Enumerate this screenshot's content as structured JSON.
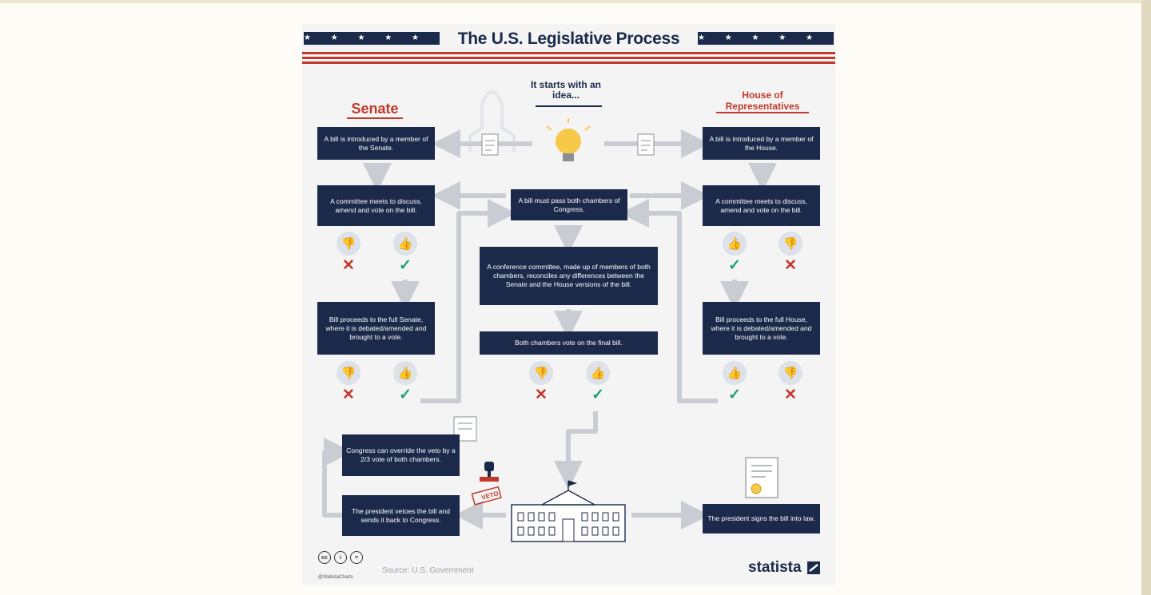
{
  "title": "The U.S. Legislative Process",
  "stars": "★ ★ ★ ★ ★ ★ ★",
  "start": "It starts with an idea...",
  "senate": {
    "heading": "Senate",
    "introduce": "A bill is introduced by a member of the Senate.",
    "committee": "A committee meets to discuss, amend and vote on the bill.",
    "floor": "Bill proceeds to the full Senate, where it is debated/amended and brought to a vote."
  },
  "house": {
    "heading": "House of Representatives",
    "introduce": "A bill is introduced by a member of the House.",
    "committee": "A committee meets to discuss, amend and vote on the bill.",
    "floor": "Bill proceeds to the full House, where it is debated/amended and brought to a vote."
  },
  "center": {
    "both": "A bill must pass both chambers of Congress.",
    "conference": "A conference committee, made up of members of both chambers, reconciles any differences between the Senate and the House versions of the bill.",
    "final": "Both chambers vote on the final bill."
  },
  "president": {
    "override": "Congress can override the veto by a 2/3 vote of both chambers.",
    "veto": "The president vetoes the bill and sends it back to Congress.",
    "veto_stamp": "VETO",
    "signs": "The president signs the bill into law."
  },
  "footer": {
    "handle": "@StatistaCharts",
    "source": "Source: U.S. Government",
    "logo": "statista"
  },
  "colors": {
    "navy": "#1b2a4a",
    "red": "#c0392b",
    "green": "#1e9e72",
    "arrow": "#c9ccd2"
  },
  "icons": {
    "idea": "lightbulb-icon",
    "vote_yes": "thumbs-up-icon",
    "vote_no": "thumbs-down-icon",
    "approved": "check-icon",
    "rejected": "x-icon",
    "president": "white-house-icon",
    "law": "certificate-icon",
    "veto": "stamp-icon"
  }
}
